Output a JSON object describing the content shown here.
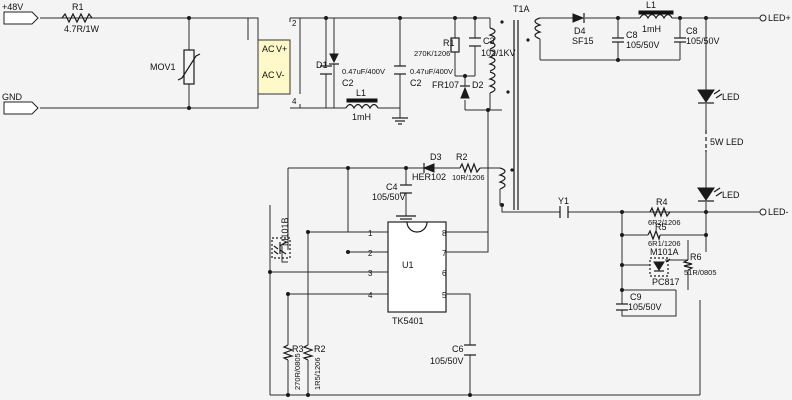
{
  "rails": {
    "v48": "+48V",
    "gnd": "GND",
    "led_plus": "LED+",
    "led_minus": "LED-"
  },
  "parts": {
    "r1": "R1",
    "r1_val": "4.7R/1W",
    "movi": "MOV1",
    "bridge_ac1": "AC",
    "bridge_ac2": "AC",
    "bridge_vp": "V+",
    "bridge_vm": "V-",
    "bridge_p2": "2",
    "bridge_p4": "4",
    "d1": "D1",
    "c2a": "C2",
    "c2a_val": "0.47uF/400V",
    "c2b": "C2",
    "c2b_val": "0.47uF/400V",
    "l1a": "L1",
    "l1a_val": "1mH",
    "r1b": "R1",
    "r1b_val": "270K/1206",
    "c3": "C3",
    "c3_val": "102/1KV",
    "d2_part": "FR107",
    "d2": "D2",
    "t1a": "T1A",
    "d4": "D4",
    "d4_val": "SF15",
    "c8a": "C8",
    "c8a_val": "105/50V",
    "l1b": "L1",
    "l1b_val": "1mH",
    "c8b": "C8",
    "c8b_val": "105/50V",
    "led1": "LED",
    "led2": "LED",
    "led_name": "5W LED",
    "d3": "D3",
    "d3_part": "HER102",
    "r2a": "R2",
    "r2a_val": "10R/1206",
    "c4": "C4",
    "c4_val": "105/50V",
    "y1": "Y1",
    "r4": "R4",
    "r4_val": "6R2/1206",
    "r5": "R5",
    "r5_val": "6R1/1206",
    "m101a": "M101A",
    "pc817": "PC817",
    "r6": "R6",
    "r6_val": "51R/0805",
    "c9": "C9",
    "c9_val": "105/50V",
    "m101b": "M101B",
    "u1": "U1",
    "u1_part": "TK5401",
    "pin1": "1",
    "pin2": "2",
    "pin3": "3",
    "pin4": "4",
    "pin5": "5",
    "pin6": "6",
    "pin7": "7",
    "pin8": "8",
    "c6": "C6",
    "c6_val": "105/50V",
    "r3": "R3",
    "r3_val": "270R/0805",
    "r2b": "R2",
    "r2b_val": "1R5/1206"
  }
}
